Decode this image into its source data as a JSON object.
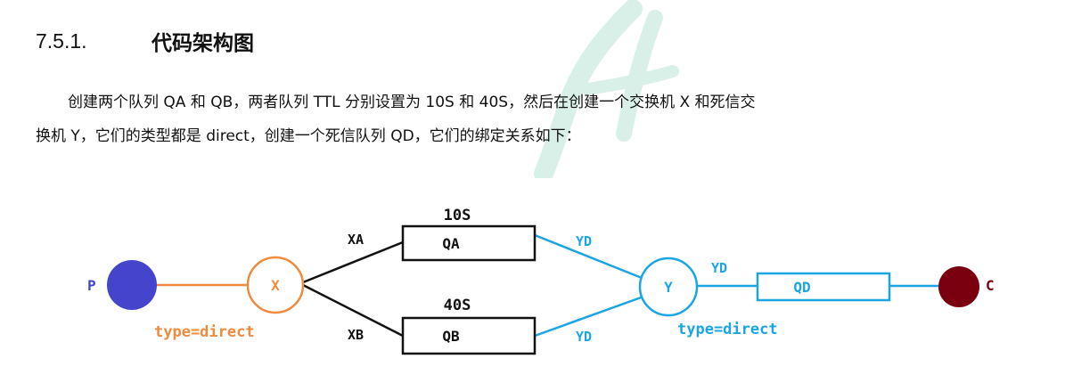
{
  "section": {
    "number": "7.5.1.",
    "title": "代码架构图"
  },
  "paragraph": {
    "line1": "创建两个队列 QA 和 QB，两者队列 TTL 分别设置为 10S 和 40S，然后在创建一个交换机 X 和死信交",
    "line2": "换机 Y，它们的类型都是 direct，创建一个死信队列 QD，它们的绑定关系如下："
  },
  "diagram": {
    "producer": "P",
    "consumer": "C",
    "exchange_x": {
      "label": "X",
      "type": "type=direct"
    },
    "exchange_y": {
      "label": "Y",
      "type": "type=direct"
    },
    "queue_a": {
      "label": "QA",
      "ttl": "10S",
      "binding": "XA",
      "dead_letter_key": "YD"
    },
    "queue_b": {
      "label": "QB",
      "ttl": "40S",
      "binding": "XB",
      "dead_letter_key": "YD"
    },
    "queue_d": {
      "label": "QD",
      "binding": "YD"
    },
    "colors": {
      "producer": "#4444cc",
      "exchange_x": "#f08a3c",
      "exchange_y": "#1aa6e4",
      "consumer": "#7a0010",
      "black": "#111111",
      "watermark": "#d8f0e8"
    }
  }
}
